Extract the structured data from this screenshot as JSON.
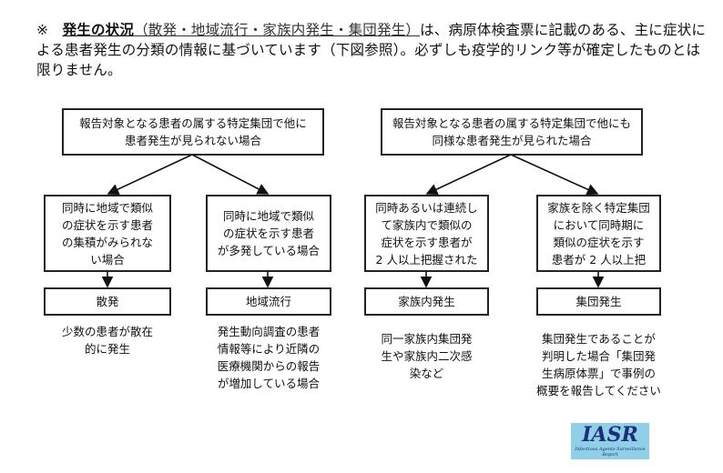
{
  "intro": {
    "mark": "※",
    "highlight": "発生の状況",
    "parenthetical": "（散発・地域流行・家族内発生・集団発生）",
    "rest": "は、病原体検査票に記載のある、主に症状による患者発生の分類の情報に基づいています（下図参照）。必ずしも疫学的リンク等が確定したものとは限りません。"
  },
  "diagram": {
    "left_root": "報告対象となる患者の属する特定集団で他に\n患者発生が見られない場合",
    "right_root": "報告対象となる患者の属する特定集団で他にも\n同様な患者発生が見られた場合",
    "conditions": [
      "同時に地域で類似\nの症状を示す患者\nの集積がみられな\nい場合",
      "同時に地域で類似\nの症状を示す患者\nが多発している場合",
      "同時あるいは連続し\nて家族内で類似の\n症状を示す患者が\n2 人以上把握された",
      "家族を除く特定集団\nにおいて同時期に\n類似の症状を示す\n患者が 2 人以上把"
    ],
    "categories": [
      "散発",
      "地域流行",
      "家族内発生",
      "集団発生"
    ],
    "notes": [
      "少数の患者が散在\n的に発生",
      "発生動向調査の患者\n情報等により近隣の\n医療機関からの報告\nが増加している場合",
      "同一家族内集団発\n生や家族内二次感\n染など",
      "集団発生であることが\n判明した場合「集団発\n生病原体票」で事例の\n概要を報告してください"
    ]
  },
  "logo": {
    "text": "IASR",
    "subtitle": "Infectious Agents Surveillance Report",
    "color": "#8fd0e6"
  }
}
